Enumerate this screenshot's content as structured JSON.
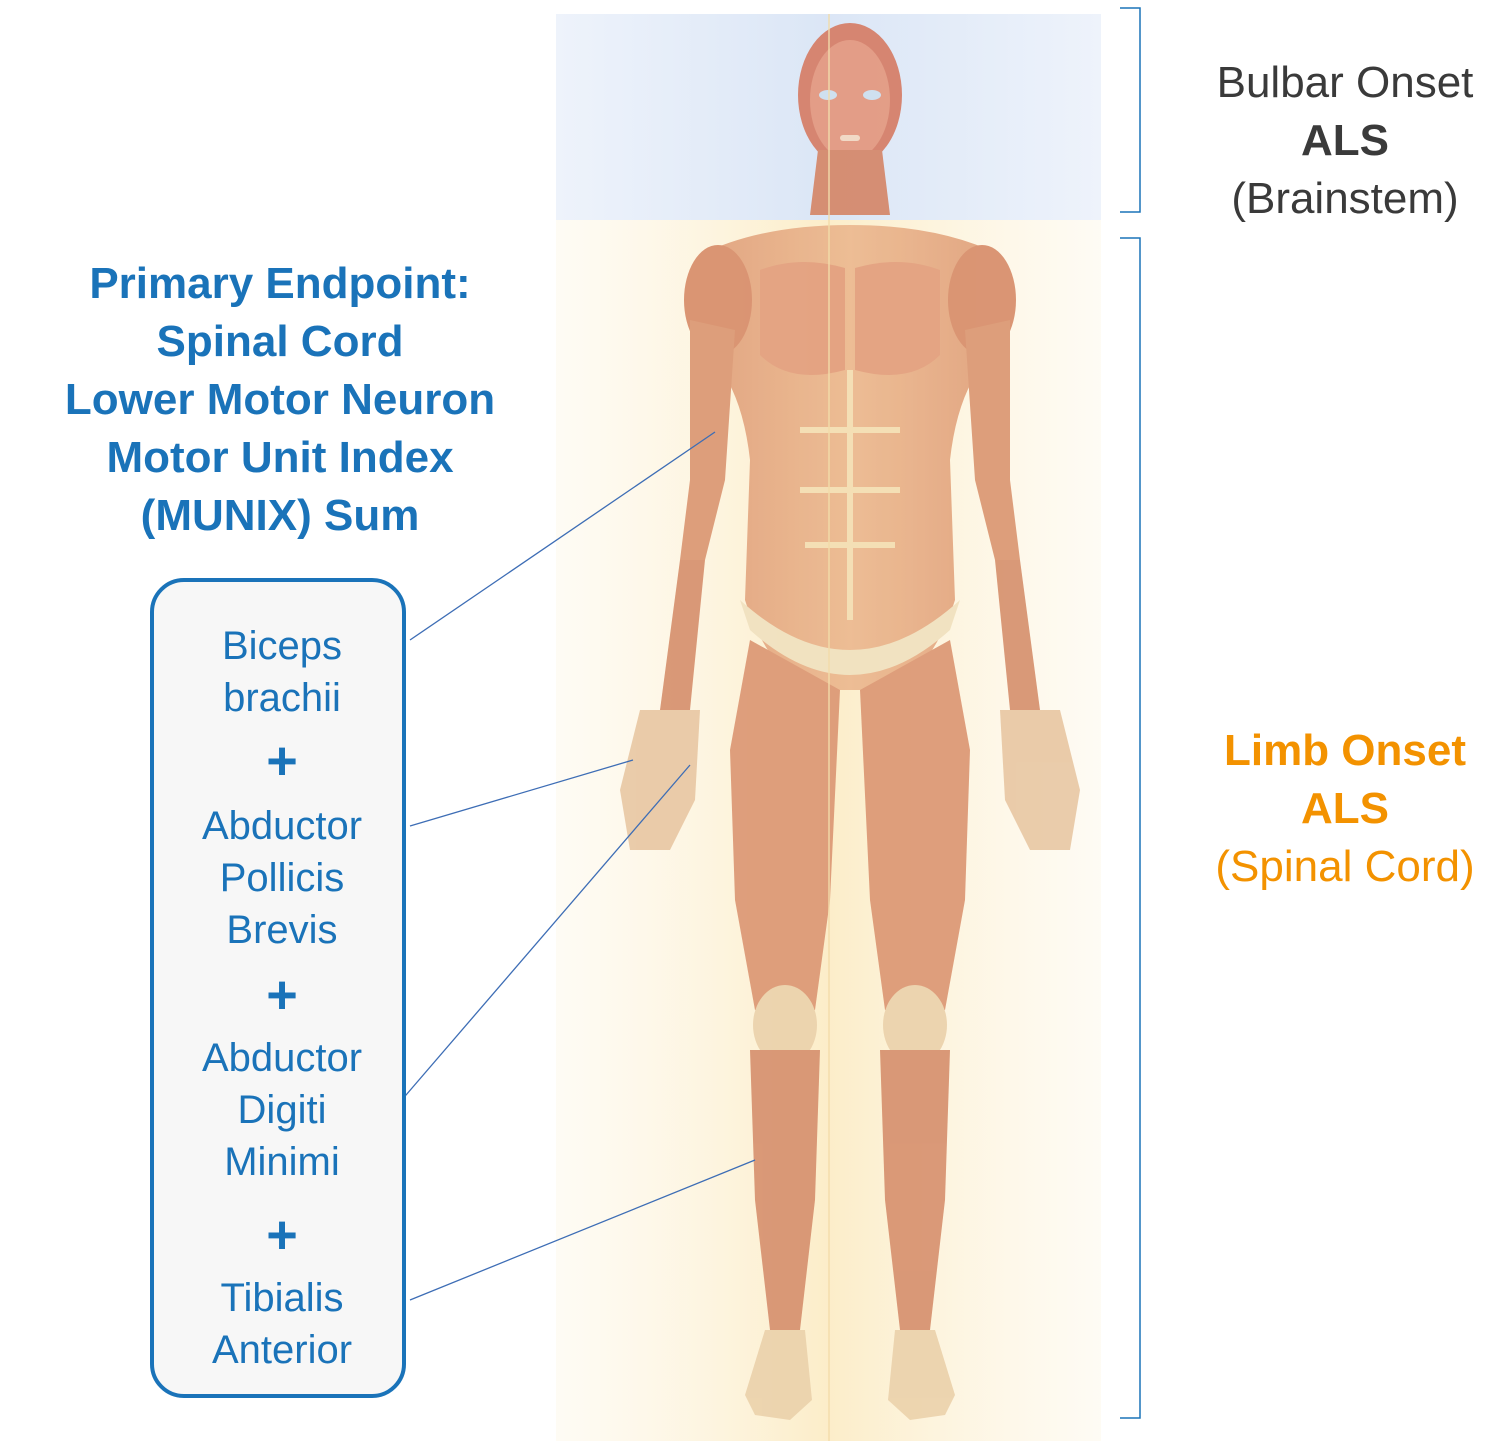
{
  "colors": {
    "blue": "#1a73b9",
    "orange": "#f39200",
    "dark": "#3a3a3a",
    "bracket": "#1a73b9",
    "box_border": "#1a73b9",
    "head_band": "#dce7f6",
    "body_band": "#fdf1d4",
    "skin": "#e6ae85",
    "muscle": "#d98c6c",
    "tendon": "#f4dfb4"
  },
  "primary_endpoint": {
    "lines": [
      "Primary Endpoint:",
      "Spinal Cord",
      "Lower Motor Neuron",
      "Motor Unit Index",
      "(MUNIX) Sum"
    ]
  },
  "bulbar": {
    "line1": "Bulbar Onset",
    "line2": "ALS",
    "line3": "(Brainstem)"
  },
  "limb": {
    "line1": "Limb Onset",
    "line2": "ALS",
    "line3": "(Spinal Cord)"
  },
  "muscles": {
    "biceps_line1": "Biceps",
    "biceps_line2": "brachii",
    "apb_line1": "Abductor",
    "apb_line2": "Pollicis",
    "apb_line3": "Brevis",
    "adm_line1": "Abductor",
    "adm_line2": "Digiti",
    "adm_line3": "Minimi",
    "ta_line1": "Tibialis",
    "ta_line2": "Anterior",
    "plus": "+"
  },
  "icons": {
    "figure": "anatomical-muscle-figure-icon"
  }
}
